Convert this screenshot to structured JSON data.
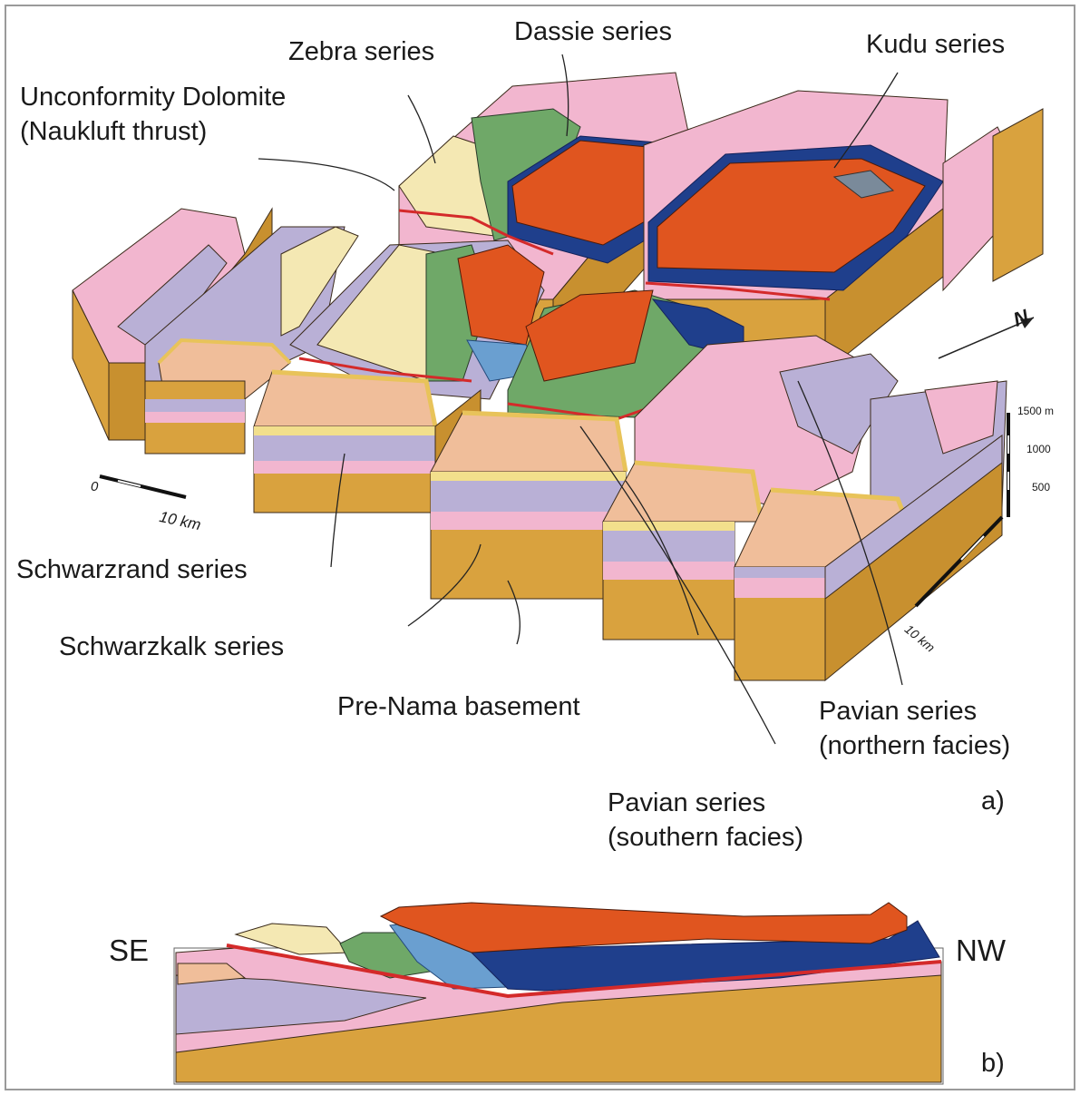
{
  "panel_a": {
    "label": "a)",
    "units": {
      "zebra": "Zebra series",
      "dassie": "Dassie series",
      "kudu": "Kudu series",
      "unconformity_line1": "Unconformity Dolomite",
      "unconformity_line2": "(Naukluft thrust)",
      "schwarzrand": "Schwarzrand series",
      "schwarzkalk": "Schwarzkalk series",
      "prenama": "Pre-Nama basement",
      "pavian_n_line1": "Pavian series",
      "pavian_n_line2": "(northern facies)",
      "pavian_s_line1": "Pavian series",
      "pavian_s_line2": "(southern facies)"
    },
    "north_arrow": "N",
    "horizontal_scale": {
      "zero": "0",
      "ten": "10 km"
    },
    "depth_scale_km": "10 km",
    "vertical_scale": [
      "1500 m",
      "1000",
      "500"
    ]
  },
  "panel_b": {
    "label": "b)",
    "left_end": "SE",
    "right_end": "NW"
  },
  "colors": {
    "basement": "#d9a23e",
    "schwarzkalk": "#f2b6cf",
    "schwarzrand": "#b9b0d6",
    "pavian_s": "#f0be9a",
    "yellow_band": "#f2df8c",
    "zebra": "#f4e8b3",
    "dassie_green": "#6fa868",
    "dassie_blue": "#6a9fd0",
    "kudu_orange": "#e0551f",
    "kudu_navy": "#1f3f8c",
    "thrust_red": "#d42a2a"
  }
}
